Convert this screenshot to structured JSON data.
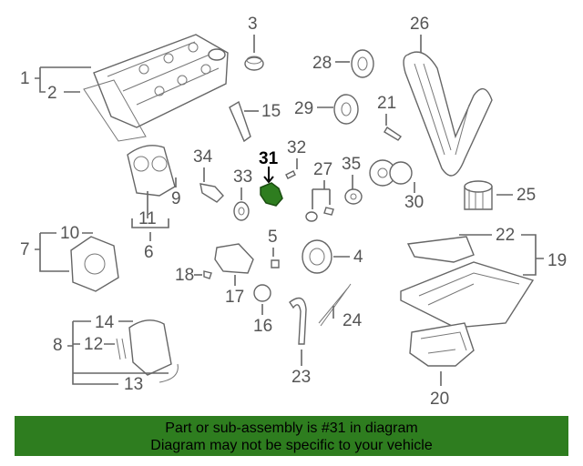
{
  "callouts": {
    "c1": "1",
    "c2": "2",
    "c3": "3",
    "c4": "4",
    "c5": "5",
    "c6": "6",
    "c7": "7",
    "c8": "8",
    "c9": "9",
    "c10": "10",
    "c11": "11",
    "c12": "12",
    "c13": "13",
    "c14": "14",
    "c15": "15",
    "c16": "16",
    "c17": "17",
    "c18": "18",
    "c19": "19",
    "c20": "20",
    "c21": "21",
    "c22": "22",
    "c23": "23",
    "c24": "24",
    "c25": "25",
    "c26": "26",
    "c27": "27",
    "c28": "28",
    "c29": "29",
    "c30": "30",
    "c31": "31",
    "c32": "32",
    "c33": "33",
    "c34": "34",
    "c35": "35"
  },
  "highlight_color": "#2e7d1f",
  "banner": {
    "line1": "Part or sub-assembly is #31 in diagram",
    "line2": "Diagram may not be specific to your vehicle"
  }
}
